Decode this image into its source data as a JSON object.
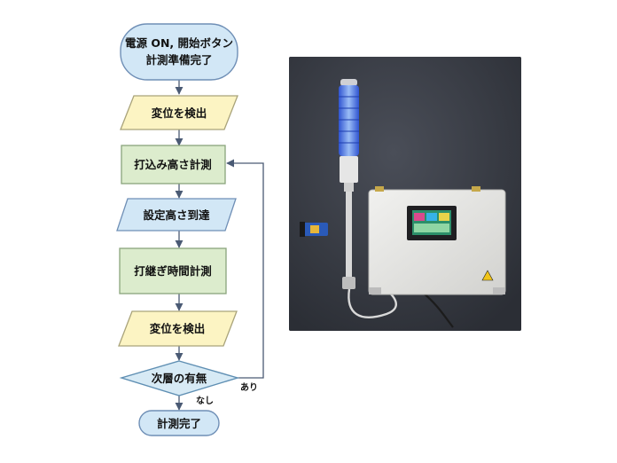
{
  "flowchart": {
    "start": {
      "line1": "電源 ON, 開始ボタン",
      "line2": "計測準備完了"
    },
    "step_detect_1": "変位を検出",
    "step_measure_height": "打込み高さ計測",
    "step_reach_height": "設定高さ到達",
    "step_measure_time": "打継ぎ時間計測",
    "step_detect_2": "変位を検出",
    "decision": "次層の有無",
    "branch_yes": "あり",
    "branch_no": "なし",
    "end": "計測完了"
  },
  "colors": {
    "terminal_fill": "#d2e7f6",
    "terminal_stroke": "#6f8fb6",
    "io_fill": "#fcf4c3",
    "io_stroke": "#a9a37a",
    "process_fill": "#dceccd",
    "process_stroke": "#8aa47c",
    "decision_fill": "#d7eaf5",
    "decision_stroke": "#5f8fb3",
    "arrow": "#4a5a74",
    "photo_background": "#3a3d46",
    "enclosure": "#e4e4e2",
    "tower_light": "#3f6ff0"
  },
  "photo": {
    "subject": "signal-tower-light-and-control-box"
  }
}
